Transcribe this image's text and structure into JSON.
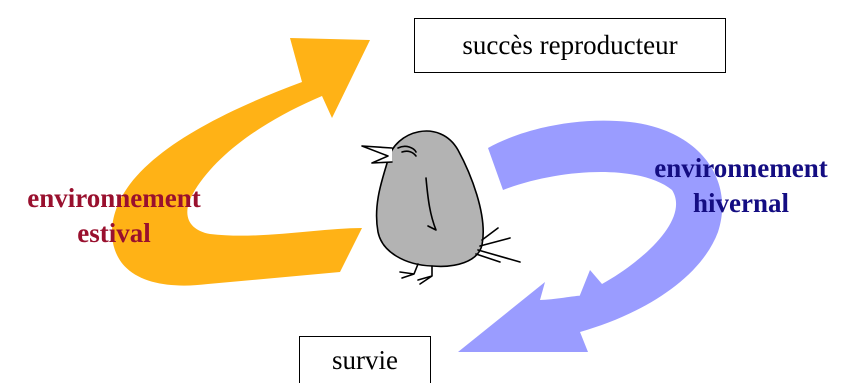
{
  "nodes": {
    "success": "succès reproducteur",
    "survival": "survie"
  },
  "labels": {
    "summer_line1": "environnement",
    "summer_line2": "estival",
    "winter_line1": "environnement",
    "winter_line2": "hivernal"
  },
  "colors": {
    "summer_arrow": "#FFB216",
    "winter_arrow": "#9A9CFF",
    "summer_text": "#99102E",
    "winter_text": "#140D82",
    "bird_body": "#B3B3B3"
  },
  "edges": [
    {
      "from": "survival",
      "to": "success",
      "label": "environnement estival",
      "color": "summer_arrow"
    },
    {
      "from": "success",
      "to": "survival",
      "label": "environnement hivernal",
      "color": "winter_arrow"
    }
  ]
}
